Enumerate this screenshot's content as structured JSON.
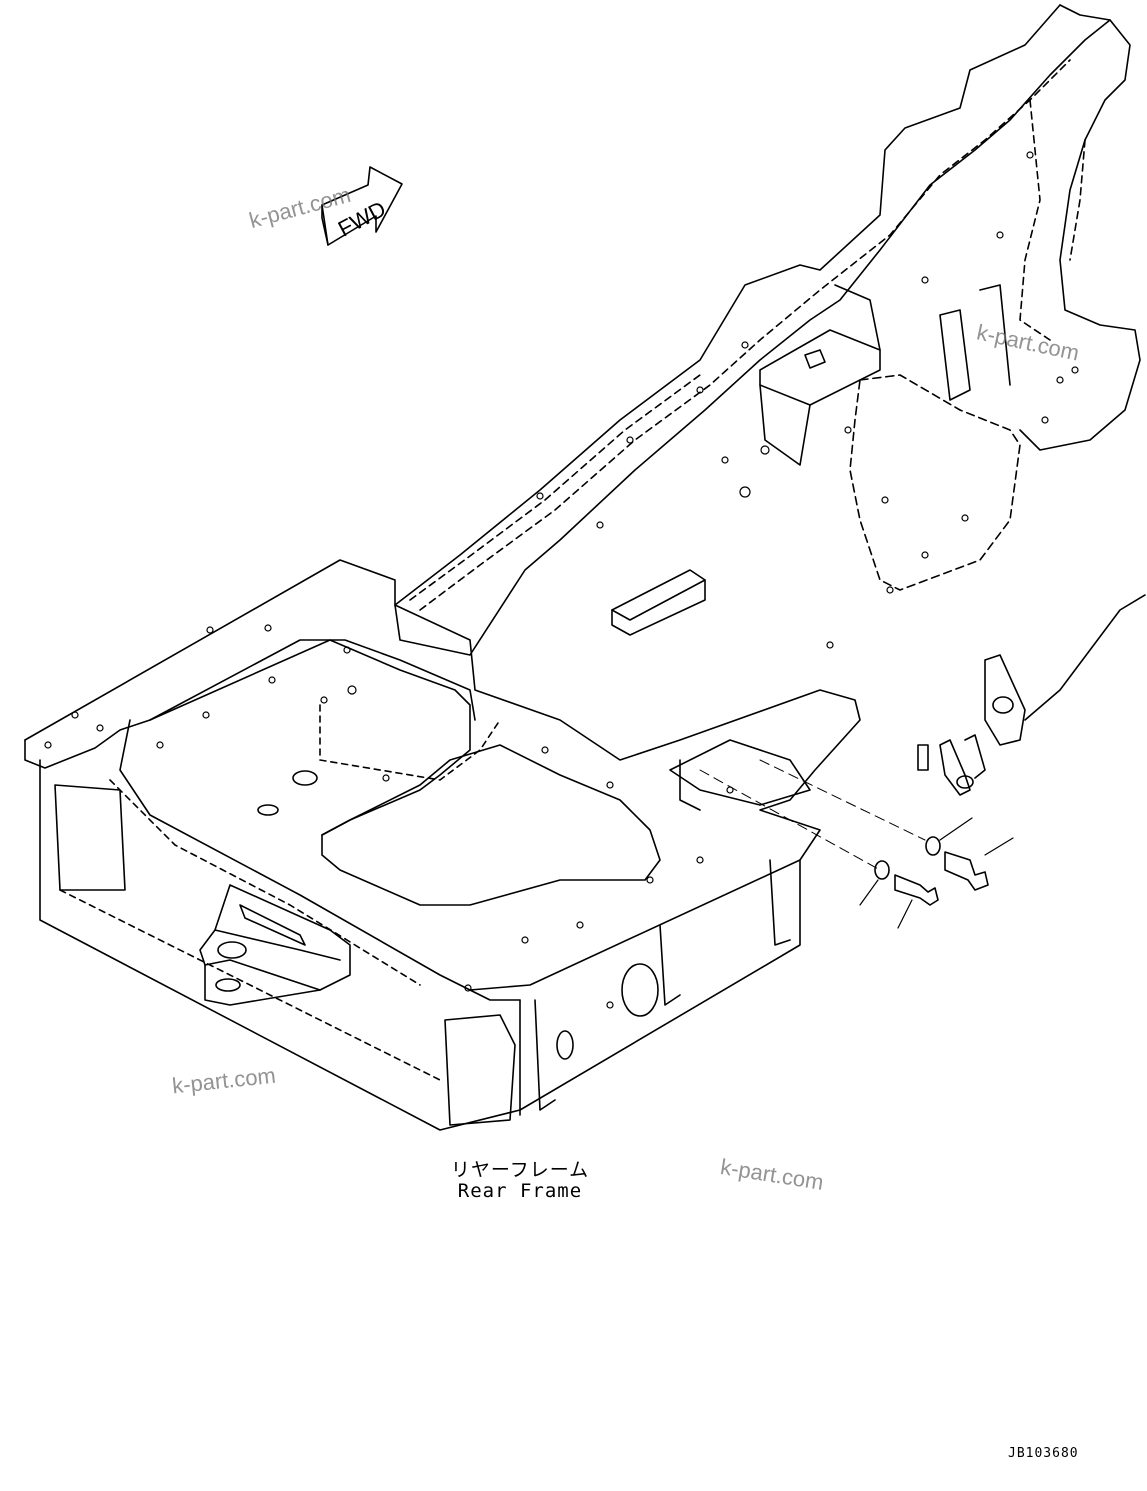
{
  "fwd_label": "FWD",
  "caption": {
    "japanese": "リヤーフレーム",
    "english": "Rear Frame"
  },
  "drawing_code": "JB103680",
  "watermarks": [
    "k-part.com",
    "k-part.com",
    "k-part.com",
    "k-part.com"
  ]
}
